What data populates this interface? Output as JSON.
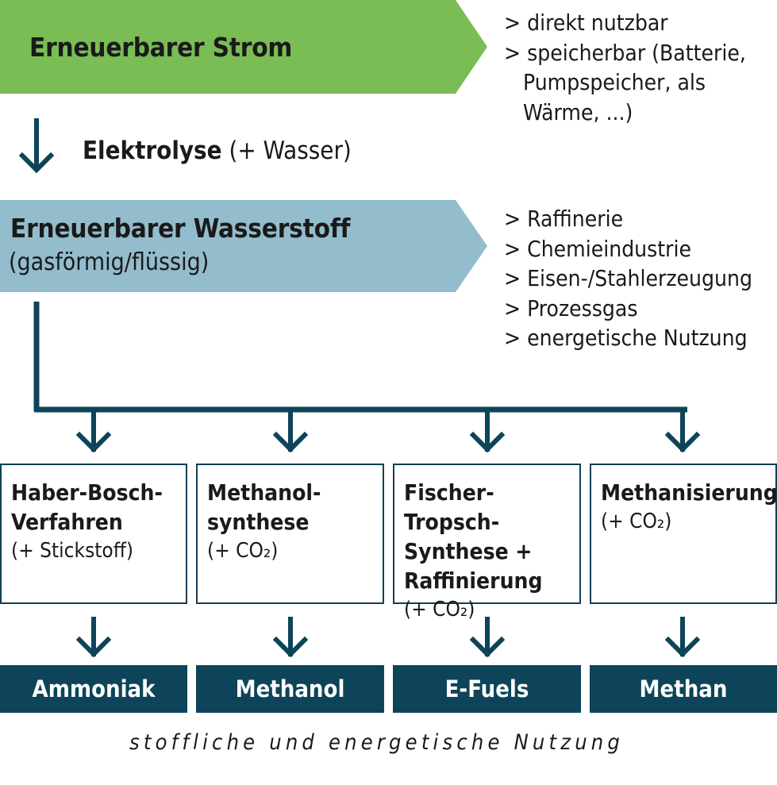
{
  "colors": {
    "green_banner": "#7abd55",
    "blue_banner": "#93bccc",
    "dark_teal": "#0d4459",
    "text": "#1a1a1a"
  },
  "strom": {
    "title": "Erneuerbarer Strom",
    "uses": [
      "> direkt nutzbar",
      "> speicherbar (Batterie,",
      "   Pumpspeicher, als",
      "   Wärme, ...)"
    ]
  },
  "elektrolyse": {
    "name": "Elektrolyse",
    "input": " (+ Wasser)"
  },
  "wasserstoff": {
    "title": "Erneuerbarer Wasserstoff",
    "subtitle": "(gasförmig/flüssig)",
    "uses": [
      "> Raffinerie",
      "> Chemieindustrie",
      "> Eisen-/Stahlerzeugung",
      "> Prozessgas",
      "> energetische Nutzung"
    ]
  },
  "processes": [
    {
      "name": "Haber-Bosch-\nVerfahren",
      "input": "(+ Stickstoff)"
    },
    {
      "name": "Methanol-\nsynthese",
      "input": "(+ CO₂)"
    },
    {
      "name": "Fischer-Tropsch-\nSynthese +\nRaffinierung",
      "input": "(+ CO₂)"
    },
    {
      "name": "Methanisierung",
      "input": "(+ CO₂)"
    }
  ],
  "products": [
    "Ammoniak",
    "Methanol",
    "E-Fuels",
    "Methan"
  ],
  "footer": "stoffliche und energetische Nutzung"
}
